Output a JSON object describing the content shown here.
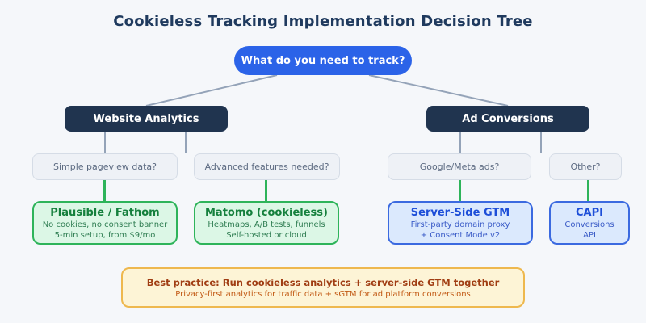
{
  "title": "Cookieless Tracking Implementation Decision Tree",
  "root": {
    "question": "What do you need to track?"
  },
  "branches": {
    "website": {
      "label": "Website Analytics"
    },
    "ads": {
      "label": "Ad Conversions"
    }
  },
  "questions": {
    "simple": {
      "label": "Simple pageview data?"
    },
    "advanced": {
      "label": "Advanced features needed?"
    },
    "google_meta": {
      "label": "Google/Meta ads?"
    },
    "other": {
      "label": "Other?"
    }
  },
  "solutions": {
    "plausible": {
      "title": "Plausible / Fathom",
      "line1": "No cookies, no consent banner",
      "line2": "5-min setup, from $9/mo"
    },
    "matomo": {
      "title": "Matomo (cookieless)",
      "line1": "Heatmaps, A/B tests, funnels",
      "line2": "Self-hosted or cloud"
    },
    "sgtm": {
      "title": "Server-Side GTM",
      "line1": "First-party domain proxy",
      "line2": "+ Consent Mode v2"
    },
    "capi": {
      "title": "CAPI",
      "line1": "Conversions",
      "line2": "API"
    }
  },
  "banner": {
    "title": "Best practice: Run cookieless analytics + server-side GTM together",
    "subtitle": "Privacy-first analytics for traffic data + sGTM for ad platform conversions"
  },
  "colors": {
    "background": "#f5f7fa",
    "title_text": "#1f3a5e",
    "root_node": "#2b63e8",
    "branch_node": "#20344f",
    "connector_gray": "#94a3b8",
    "connector_green": "#2eb45a",
    "question_bg": "#eef1f6",
    "question_border": "#d5dce6",
    "question_text": "#5d6b82",
    "green_bg": "#dcf7e6",
    "green_border": "#2eb45a",
    "green_title": "#15803d",
    "green_text": "#2f7d52",
    "blue_bg": "#dbe9fd",
    "blue_border": "#3b6ae0",
    "blue_title": "#1d4ed8",
    "blue_text": "#3a5bc7",
    "banner_bg": "#fdf4d6",
    "banner_border": "#eeb84e",
    "banner_title": "#a03d13",
    "banner_subtitle": "#c25a15"
  }
}
